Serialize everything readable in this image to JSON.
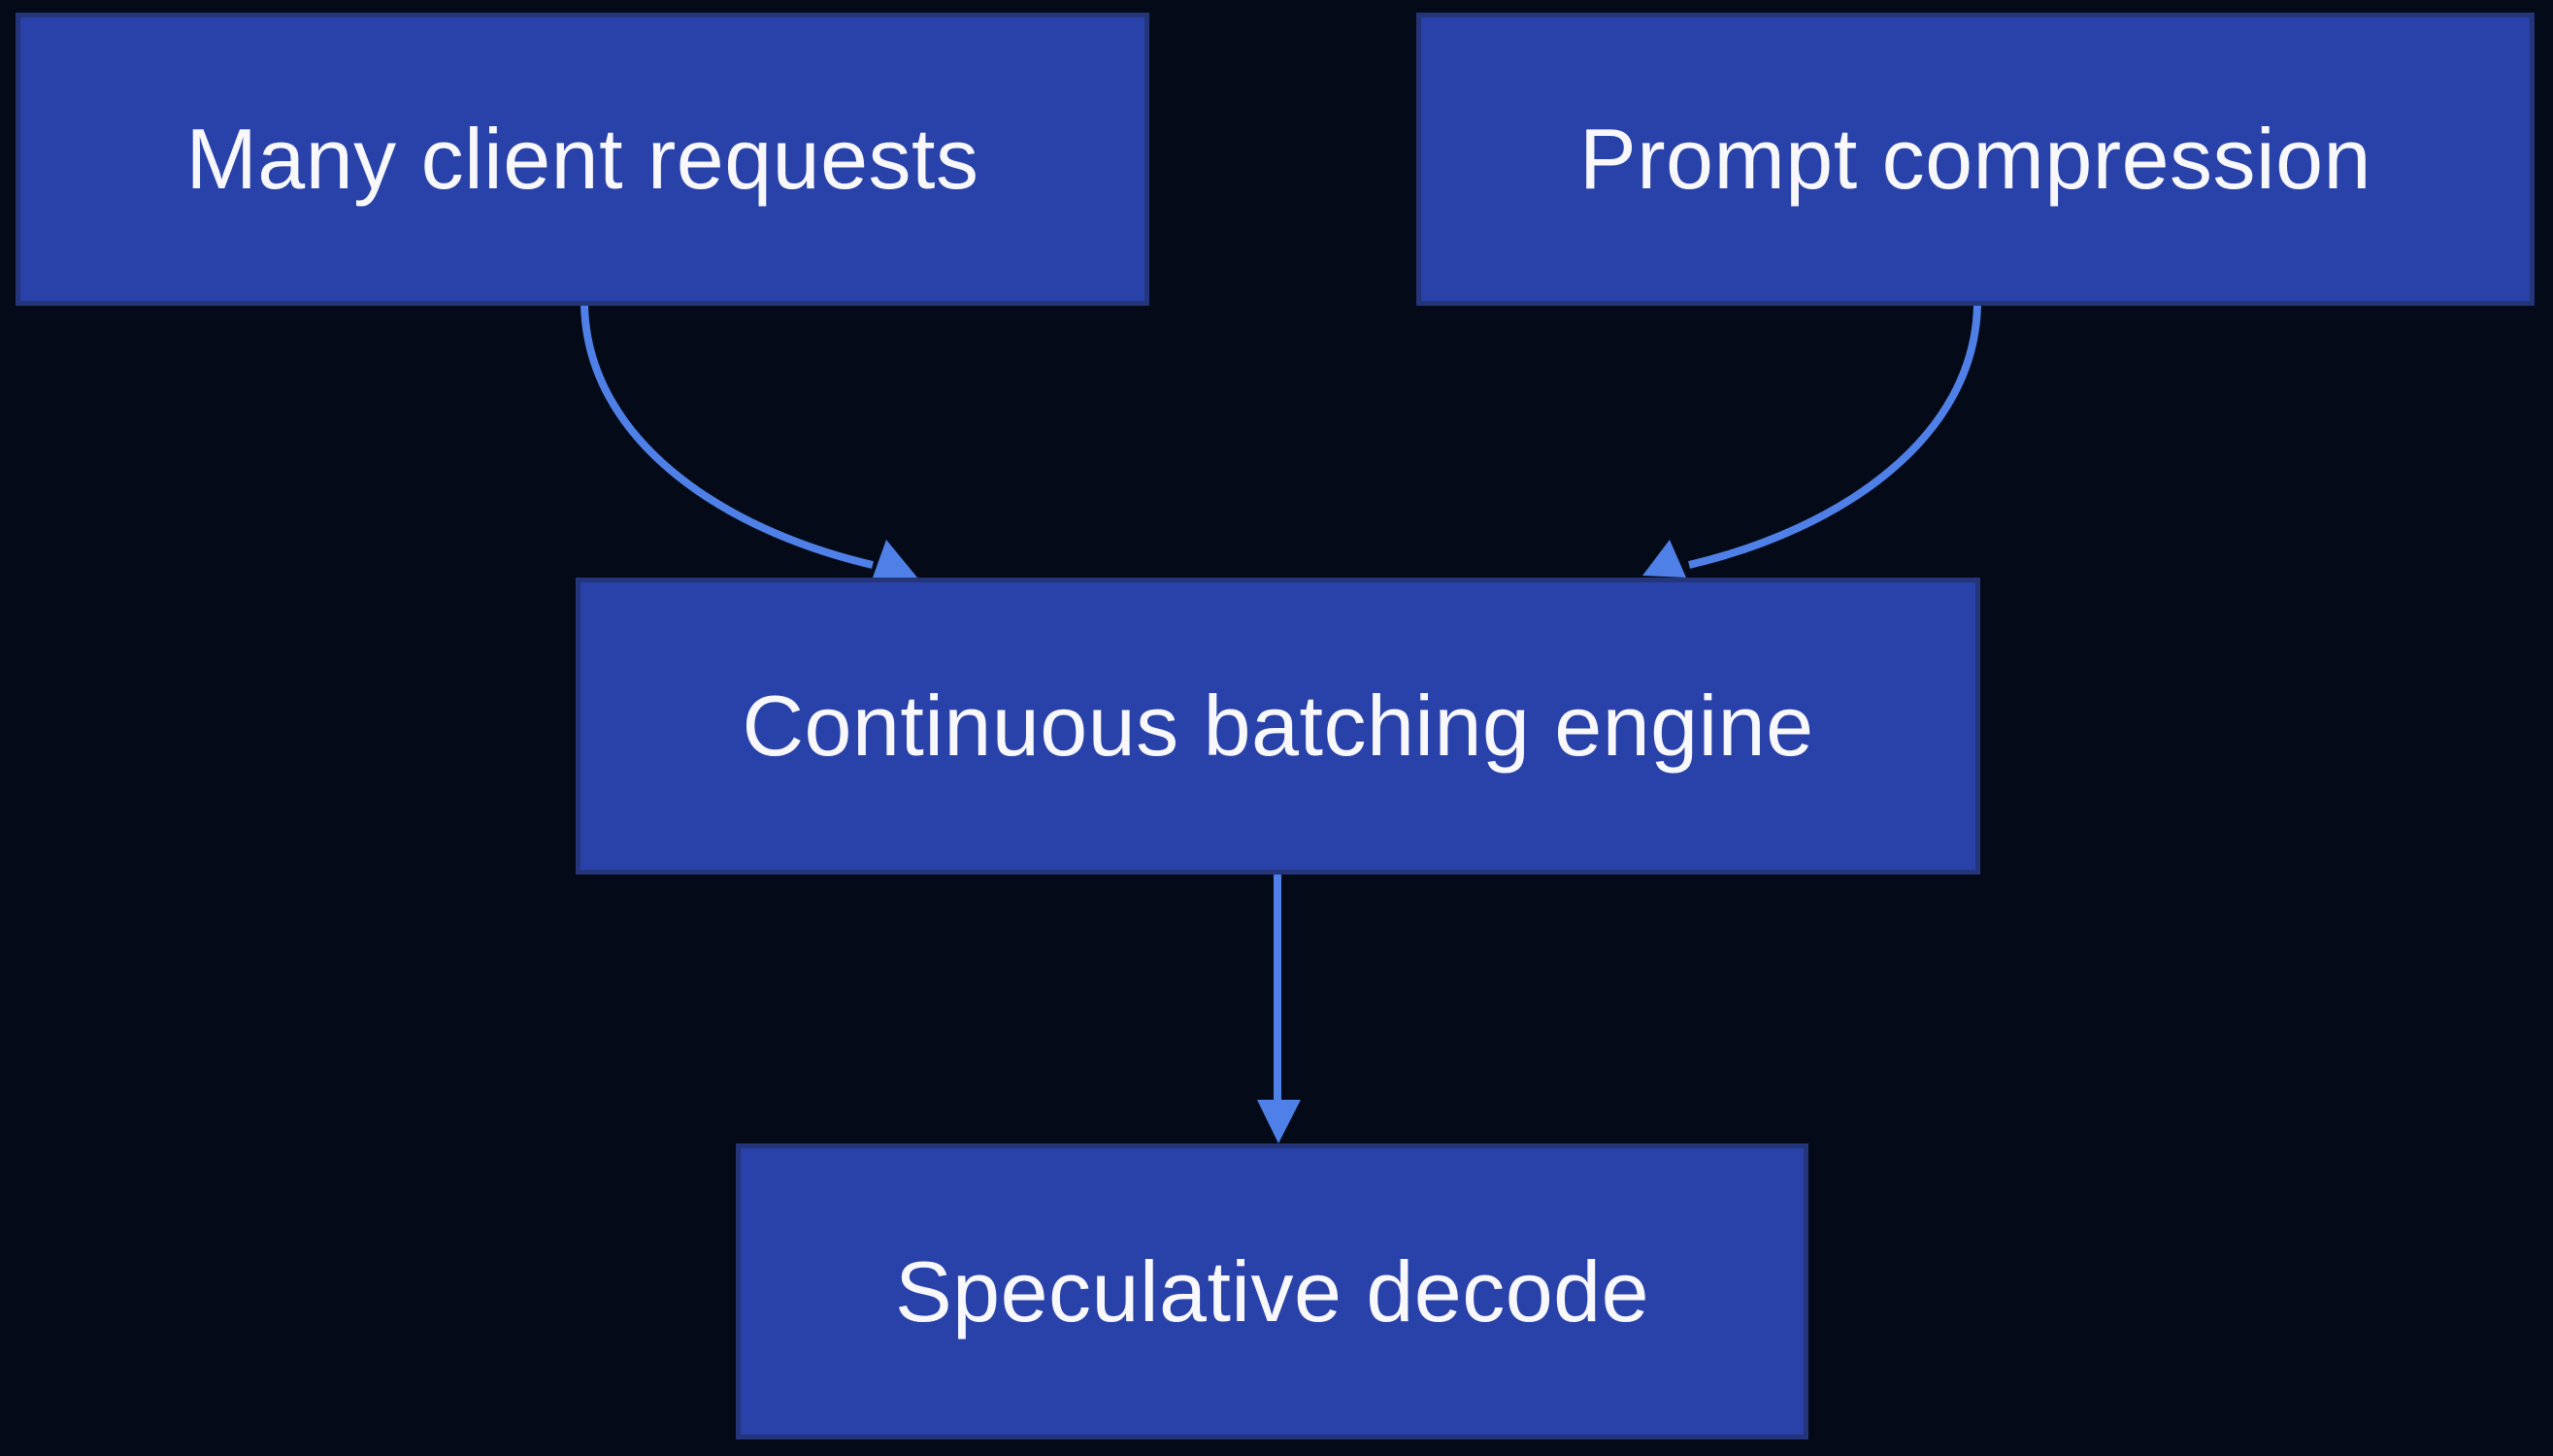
{
  "colors": {
    "background": "#050a18",
    "node_fill": "#2942aa",
    "node_border": "#24357a",
    "link": "#4f80e8",
    "text": "#f8f8fa"
  },
  "nodes": [
    {
      "id": "many-client-requests",
      "label": "Many client requests"
    },
    {
      "id": "prompt-compression",
      "label": "Prompt compression"
    },
    {
      "id": "continuous-batching-engine",
      "label": "Continuous batching engine"
    },
    {
      "id": "speculative-decode",
      "label": "Speculative decode"
    }
  ],
  "edges": [
    {
      "from": "Many client requests",
      "to": "Continuous batching engine"
    },
    {
      "from": "Prompt compression",
      "to": "Continuous batching engine"
    },
    {
      "from": "Continuous batching engine",
      "to": "Speculative decode"
    }
  ]
}
